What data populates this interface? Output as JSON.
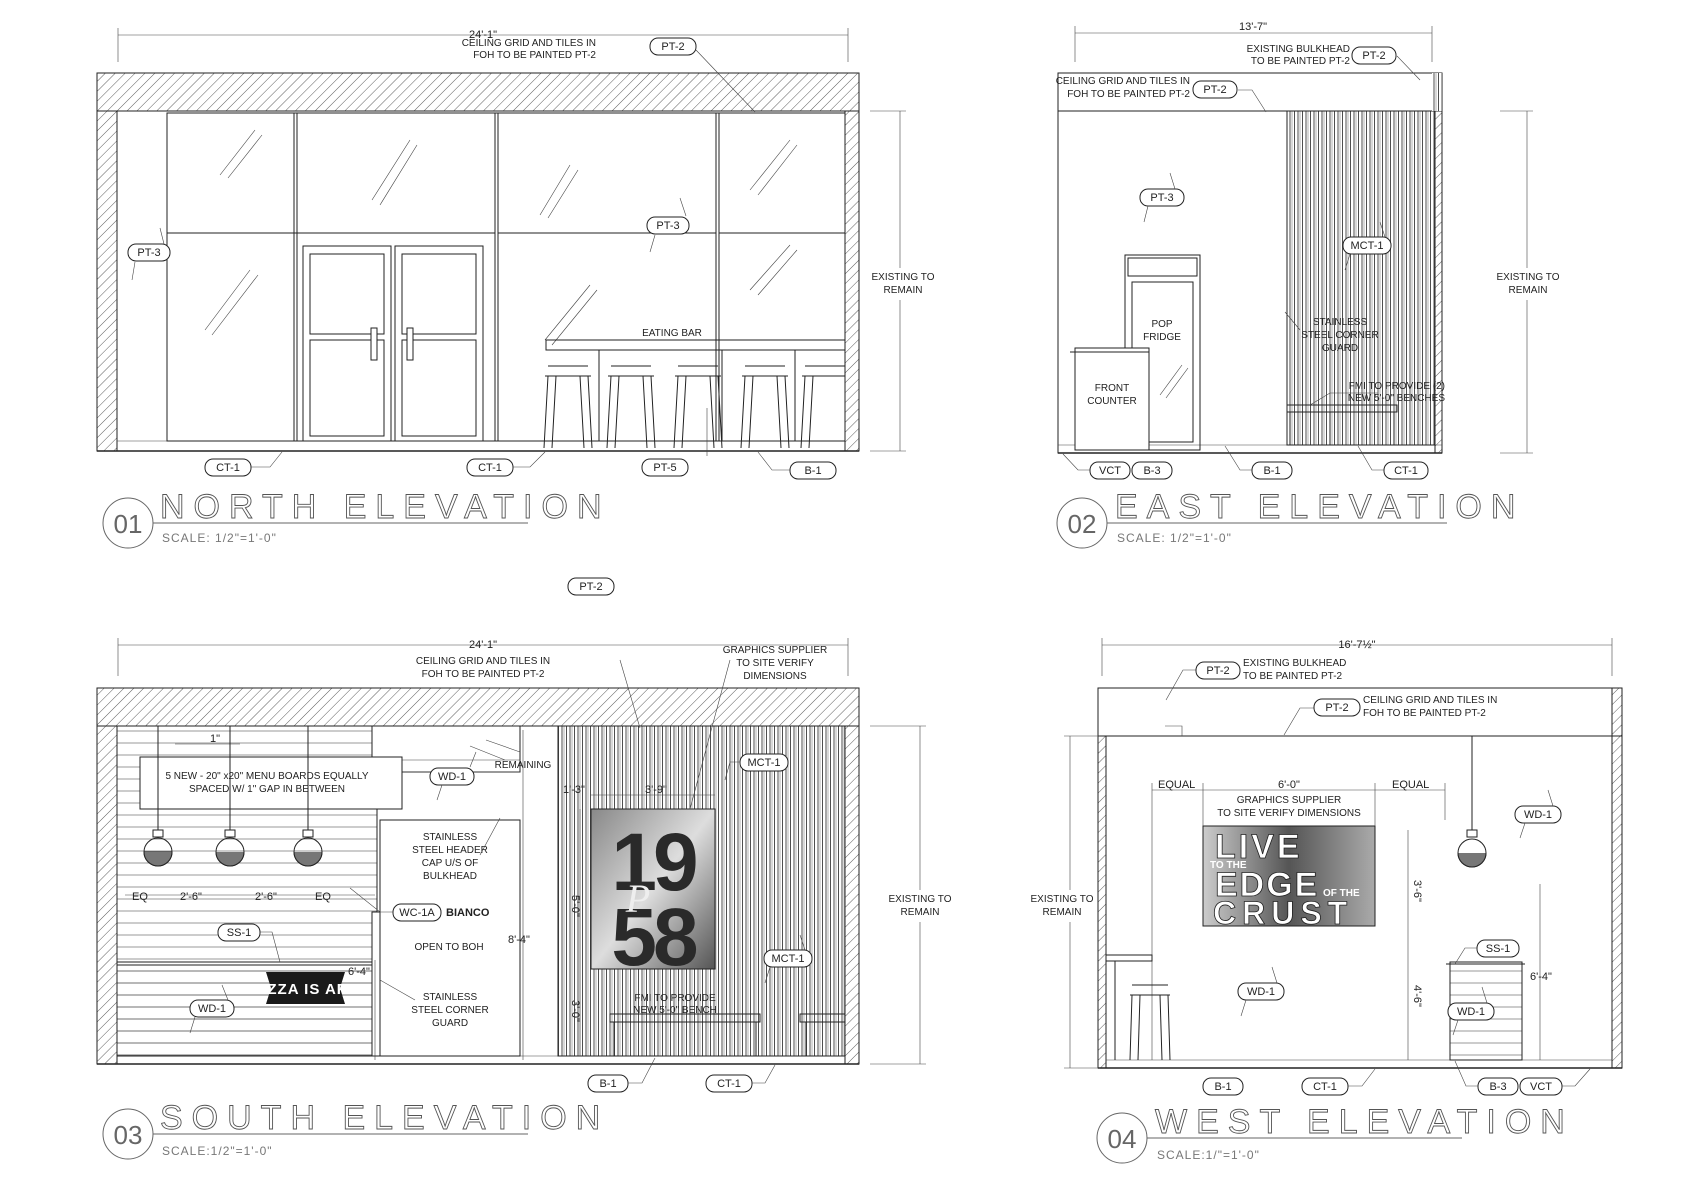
{
  "views": {
    "north": {
      "number": "01",
      "title": "NORTH ELEVATION",
      "scale": "SCALE: 1/2\"=1'-0\"",
      "width_dim": "24'-1\"",
      "note_ceiling": [
        "CEILING GRID AND TILES IN",
        "FOH TO BE PAINTED PT-2"
      ],
      "eating_bar": "EATING BAR",
      "existing": [
        "EXISTING TO",
        "REMAIN"
      ],
      "tags": {
        "pt2": "PT-2",
        "pt3a": "PT-3",
        "pt3b": "PT-3",
        "ct1a": "CT-1",
        "ct1b": "CT-1",
        "pt5": "PT-5",
        "b1": "B-1"
      }
    },
    "east": {
      "number": "02",
      "title": "EAST ELEVATION",
      "scale": "SCALE: 1/2\"=1'-0\"",
      "width_dim": "13'-7\"",
      "note_bulkhead": [
        "EXISTING BULKHEAD",
        "TO BE PAINTED PT-2"
      ],
      "note_ceiling": [
        "CEILING GRID AND TILES IN",
        "FOH TO BE PAINTED PT-2"
      ],
      "pop_fridge": [
        "POP",
        "FRIDGE"
      ],
      "front_counter": [
        "FRONT",
        "COUNTER"
      ],
      "corner_guard": [
        "STAINLESS",
        "STEEL CORNER",
        "GUARD"
      ],
      "benches": [
        "FMI TO PROVIDE (2)",
        "NEW 5'-0\" BENCHES"
      ],
      "existing": [
        "EXISTING TO",
        "REMAIN"
      ],
      "tags": {
        "pt2a": "PT-2",
        "pt2b": "PT-2",
        "pt3": "PT-3",
        "mct1": "MCT-1",
        "vct": "VCT",
        "b3": "B-3",
        "b1": "B-1",
        "ct1": "CT-1"
      }
    },
    "south": {
      "number": "03",
      "title": "SOUTH ELEVATION",
      "scale": "SCALE:1/2\"=1'-0\"",
      "width_dim": "24'-1\"",
      "note_ceiling": [
        "CEILING GRID AND TILES IN",
        "FOH TO BE PAINTED PT-2"
      ],
      "graphics": [
        "GRAPHICS SUPPLIER",
        "TO SITE VERIFY",
        "DIMENSIONS"
      ],
      "menu": [
        "5  NEW - 20\" x20\" MENU BOARDS EQUALLY",
        "SPACED W/ 1\" GAP IN BETWEEN"
      ],
      "remaining": "REMAINING",
      "header": [
        "STAINLESS",
        "STEEL HEADER",
        "CAP U/S OF",
        "BULKHEAD"
      ],
      "bianco": "BIANCO",
      "open_boh": "OPEN TO BOH",
      "corner_guard": [
        "STAINLESS",
        "STEEL CORNER",
        "GUARD"
      ],
      "bench": [
        "FMI TO PROVIDE",
        "NEW 5'-0\" BENCH"
      ],
      "existing": [
        "EXISTING TO",
        "REMAIN"
      ],
      "sign": "PIZZA IS ART",
      "art_top": "19",
      "art_bottom": "58",
      "art_script": "P",
      "dims": {
        "gap": "1\"",
        "h_total": "8'-4\"",
        "h_counter": "6'-4\"",
        "art_w": "3'-9\"",
        "art_l": "1'-3\"",
        "art_h": "5'-0\"",
        "art_b": "3'-0\"",
        "eq1": "EQ",
        "d1": "2'-6\"",
        "d2": "2'-6\"",
        "eq2": "EQ"
      },
      "tags": {
        "pt2": "PT-2",
        "wd1a": "WD-1",
        "mct1a": "MCT-1",
        "mct1b": "MCT-1",
        "wc1a": "WC-1A",
        "ss1": "SS-1",
        "wd1b": "WD-1",
        "b1": "B-1",
        "ct1": "CT-1"
      }
    },
    "west": {
      "number": "04",
      "title": "WEST ELEVATION",
      "scale": "SCALE:1/\"=1'-0\"",
      "width_dim": "16'-7½\"",
      "note_bulkhead": [
        "EXISTING BULKHEAD",
        "TO BE PAINTED PT-2"
      ],
      "note_ceiling": [
        "CEILING GRID AND TILES IN",
        "FOH TO BE PAINTED PT-2"
      ],
      "graphics": [
        "GRAPHICS SUPPLIER",
        "TO SITE VERIFY DIMENSIONS"
      ],
      "existing": [
        "EXISTING TO",
        "REMAIN"
      ],
      "art": [
        "LIVE",
        "TO THE",
        "EDGE",
        "OF THE",
        "CRUST"
      ],
      "dims": {
        "equal_l": "EQUAL",
        "width": "6'-0\"",
        "equal_r": "EQUAL",
        "h_top": "3'-6\"",
        "h_bot": "4'-6\"",
        "h_counter": "6'-4\""
      },
      "tags": {
        "pt2a": "PT-2",
        "pt2b": "PT-2",
        "wd1a": "WD-1",
        "wd1b": "WD-1",
        "wd1c": "WD-1",
        "ss1": "SS-1",
        "b1": "B-1",
        "ct1": "CT-1",
        "b3": "B-3",
        "vct": "VCT"
      }
    }
  },
  "center_tag": "PT-2"
}
